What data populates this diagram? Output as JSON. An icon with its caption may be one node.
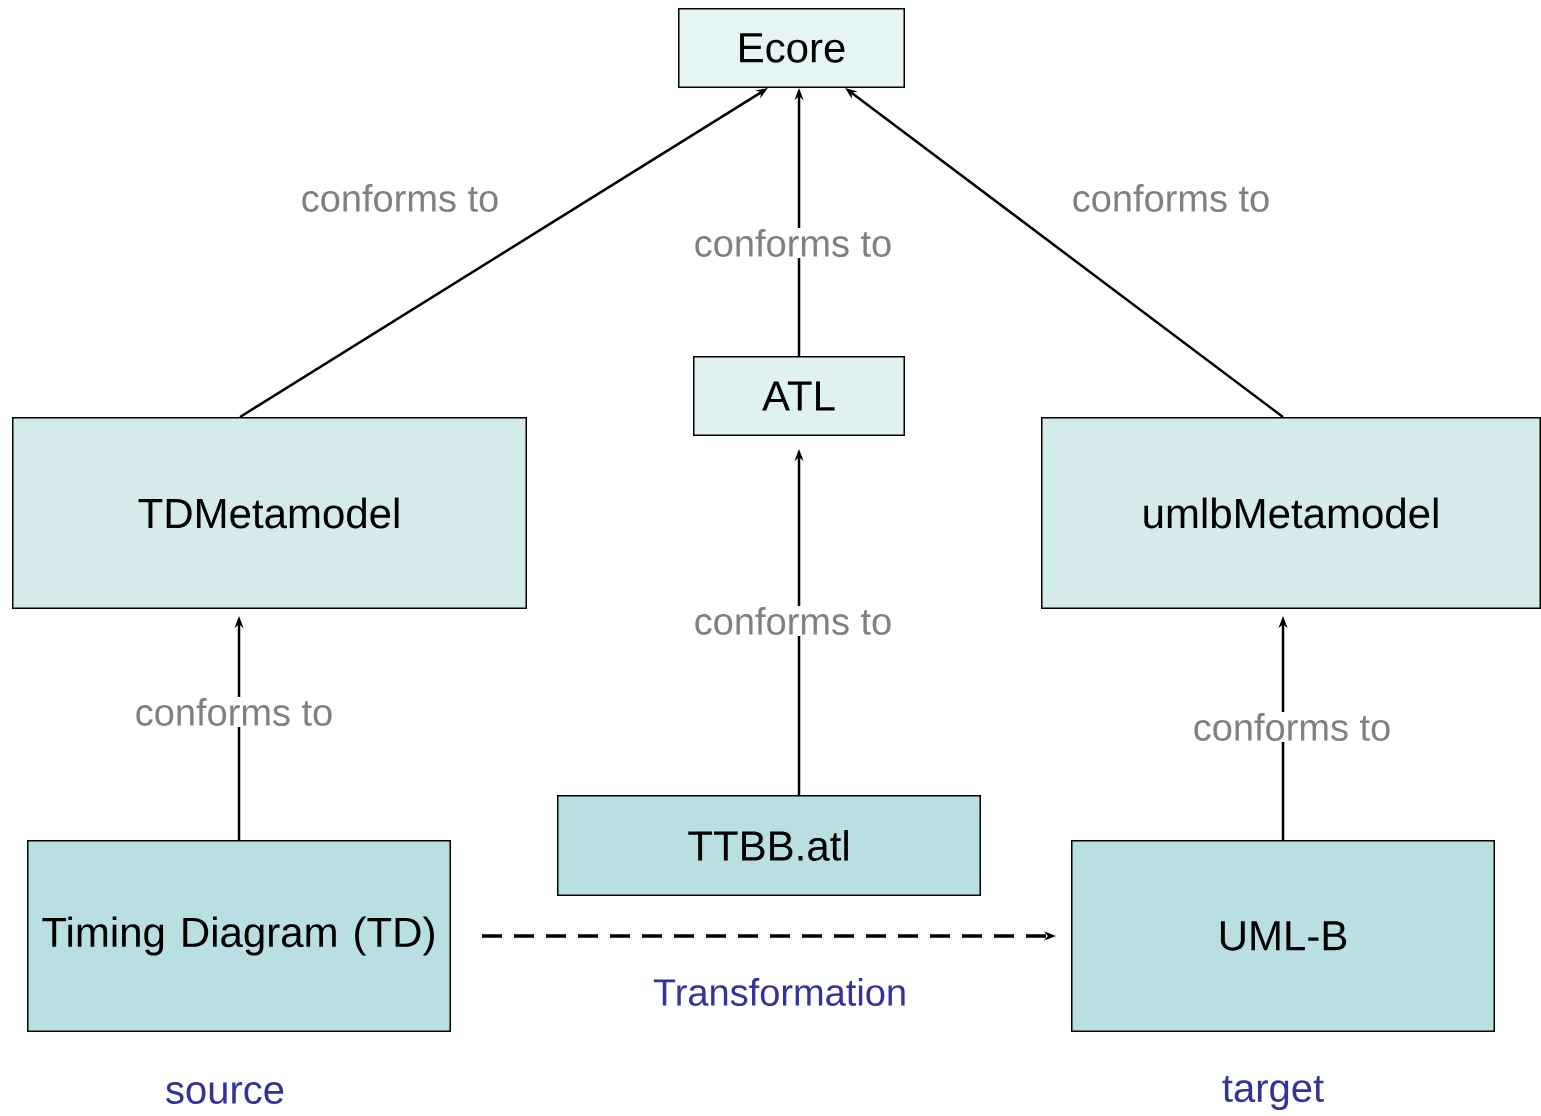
{
  "diagram": {
    "nodes": [
      {
        "text": [
          "Ecore"
        ]
      },
      {
        "text": [
          "TDMetamodel"
        ]
      },
      {
        "text": [
          "ATL"
        ]
      },
      {
        "text": [
          "umlbMetamodel"
        ]
      },
      {
        "text": [
          "TTBB.atl"
        ]
      },
      {
        "text": [
          "Timing Diagram (TD)"
        ],
        "beside": [
          "source"
        ]
      },
      {
        "text": [
          "UML-B"
        ],
        "beside": [
          "target"
        ]
      }
    ],
    "edges": [
      {
        "from": 1,
        "to": 0,
        "arrow": "to",
        "label": "conforms to"
      },
      {
        "from": 2,
        "to": 0,
        "arrow": "to",
        "label": "conforms to"
      },
      {
        "from": 3,
        "to": 0,
        "arrow": "to",
        "label": "conforms to"
      },
      {
        "from": 4,
        "to": 2,
        "arrow": "to",
        "label": "conforms to"
      },
      {
        "from": 5,
        "to": 1,
        "arrow": "to",
        "label": "conforms to"
      },
      {
        "from": 6,
        "to": 3,
        "arrow": "to",
        "label": "conforms to"
      },
      {
        "from": 5,
        "to": 6,
        "arrow": "to",
        "style": "dashed",
        "label": "Transformation",
        "color": "#000000"
      }
    ]
  }
}
